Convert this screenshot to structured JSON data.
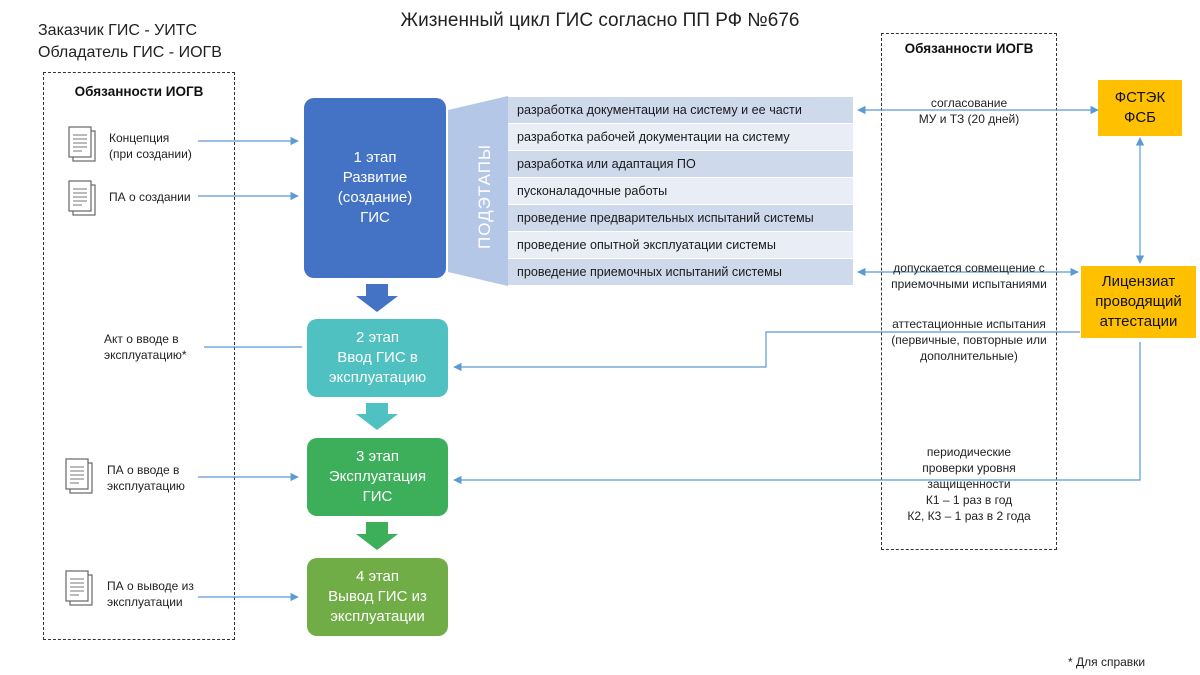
{
  "title": "Жизненный цикл ГИС согласно ПП РФ №676",
  "header": {
    "line1": "Заказчик ГИС - УИТС",
    "line2": "Обладатель ГИС - ИОГВ"
  },
  "left_panel": {
    "title": "Обязанности ИОГВ",
    "docs": [
      {
        "line1": "Концепция",
        "line2": "(при создании)"
      },
      {
        "line1": "ПА о создании",
        "line2": ""
      },
      {
        "line1": "Акт о вводе в",
        "line2": "эксплуатацию*"
      },
      {
        "line1": "ПА о вводе в",
        "line2": "эксплуатацию"
      },
      {
        "line1": "ПА о выводе из",
        "line2": "эксплуатации"
      }
    ]
  },
  "right_panel": {
    "title": "Обязанности ИОГВ"
  },
  "stages": [
    {
      "line1": "1 этап",
      "line2": "Развитие",
      "line3": "(создание)",
      "line4": "ГИС",
      "color": "#4472c4"
    },
    {
      "line1": "2 этап",
      "line2": "Ввод ГИС в",
      "line3": "эксплуатацию",
      "color": "#4fc1c0"
    },
    {
      "line1": "3 этап",
      "line2": "Эксплуатация",
      "line3": "ГИС",
      "color": "#3daf5a"
    },
    {
      "line1": "4 этап",
      "line2": "Вывод ГИС из",
      "line3": "эксплуатации",
      "color": "#70ad47"
    }
  ],
  "substages_label": "ПОДЭТАПЫ",
  "substages": [
    "разработка документации на систему и ее части",
    "разработка рабочей документации на систему",
    "разработка или адаптация ПО",
    "пусконаладочные работы",
    "проведение предварительных испытаний системы",
    "проведение опытной эксплуатации системы",
    "проведение приемочных испытаний системы"
  ],
  "notes": {
    "agreement": {
      "line1": "согласование",
      "line2": "МУ и ТЗ  (20 дней)"
    },
    "combine": {
      "line1": "допускается совмещение с",
      "line2": "приемочными испытаниями"
    },
    "attestation": {
      "line1": "аттестационные испытания",
      "line2": "(первичные, повторные или",
      "line3": "дополнительные)"
    },
    "periodic": {
      "line1": "периодические",
      "line2": "проверки уровня",
      "line3": "защищенности",
      "line4": "К1 – 1 раз в год",
      "line5": "К2, К3 – 1 раз в 2 года"
    }
  },
  "fstek": {
    "line1": "ФСТЭК",
    "line2": "ФСБ"
  },
  "licensee": {
    "line1": "Лицензиат",
    "line2": "проводящий",
    "line3": "аттестации"
  },
  "footnote": "* Для справки",
  "colors": {
    "stage_arrow_blue": "#4472c4",
    "arrow_teal": "#4fc1c0",
    "arrow_green": "#3daf5a",
    "connector": "#5b9bd5",
    "orange": "#ffc000"
  }
}
